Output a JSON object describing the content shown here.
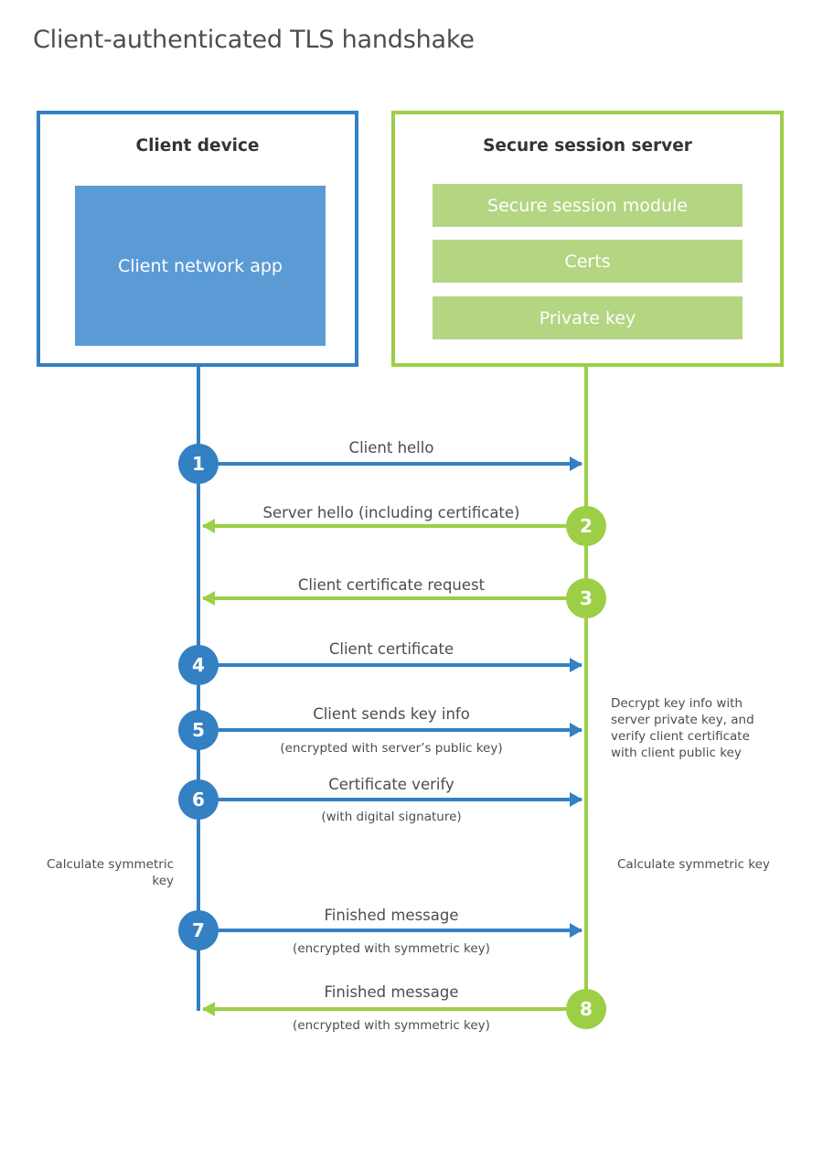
{
  "title": "Client-authenticated TLS handshake",
  "colors": {
    "client_blue": "#3380c2",
    "client_app_fill": "#5b9bd5",
    "server_green": "#9ccf45",
    "server_bar_fill": "#b4d582",
    "text": "#4d4d4d",
    "background": "#ffffff"
  },
  "client": {
    "title": "Client device",
    "app_label": "Client network app"
  },
  "server": {
    "title": "Secure session server",
    "components": [
      "Secure session module",
      "Certs",
      "Private key"
    ]
  },
  "steps": [
    {
      "number": "1",
      "side": "client",
      "direction": "to-server",
      "label": "Client hello",
      "sub": ""
    },
    {
      "number": "2",
      "side": "server",
      "direction": "to-client",
      "label": "Server hello (including certificate)",
      "sub": ""
    },
    {
      "number": "3",
      "side": "server",
      "direction": "to-client",
      "label": "Client certificate request",
      "sub": ""
    },
    {
      "number": "4",
      "side": "client",
      "direction": "to-server",
      "label": "Client certificate",
      "sub": ""
    },
    {
      "number": "5",
      "side": "client",
      "direction": "to-server",
      "label": "Client sends key info",
      "sub": "(encrypted with server’s public key)"
    },
    {
      "number": "6",
      "side": "client",
      "direction": "to-server",
      "label": "Certificate verify",
      "sub": "(with digital signature)"
    },
    {
      "number": "7",
      "side": "client",
      "direction": "to-server",
      "label": "Finished message",
      "sub": "(encrypted with symmetric key)"
    },
    {
      "number": "8",
      "side": "server",
      "direction": "to-client",
      "label": "Finished message",
      "sub": "(encrypted with symmetric key)"
    }
  ],
  "notes": {
    "server_decrypt": "Decrypt key info with server private key, and verify client certificate with client public key",
    "client_calculate": "Calculate symmetric key",
    "server_calculate": "Calculate symmetric key"
  }
}
